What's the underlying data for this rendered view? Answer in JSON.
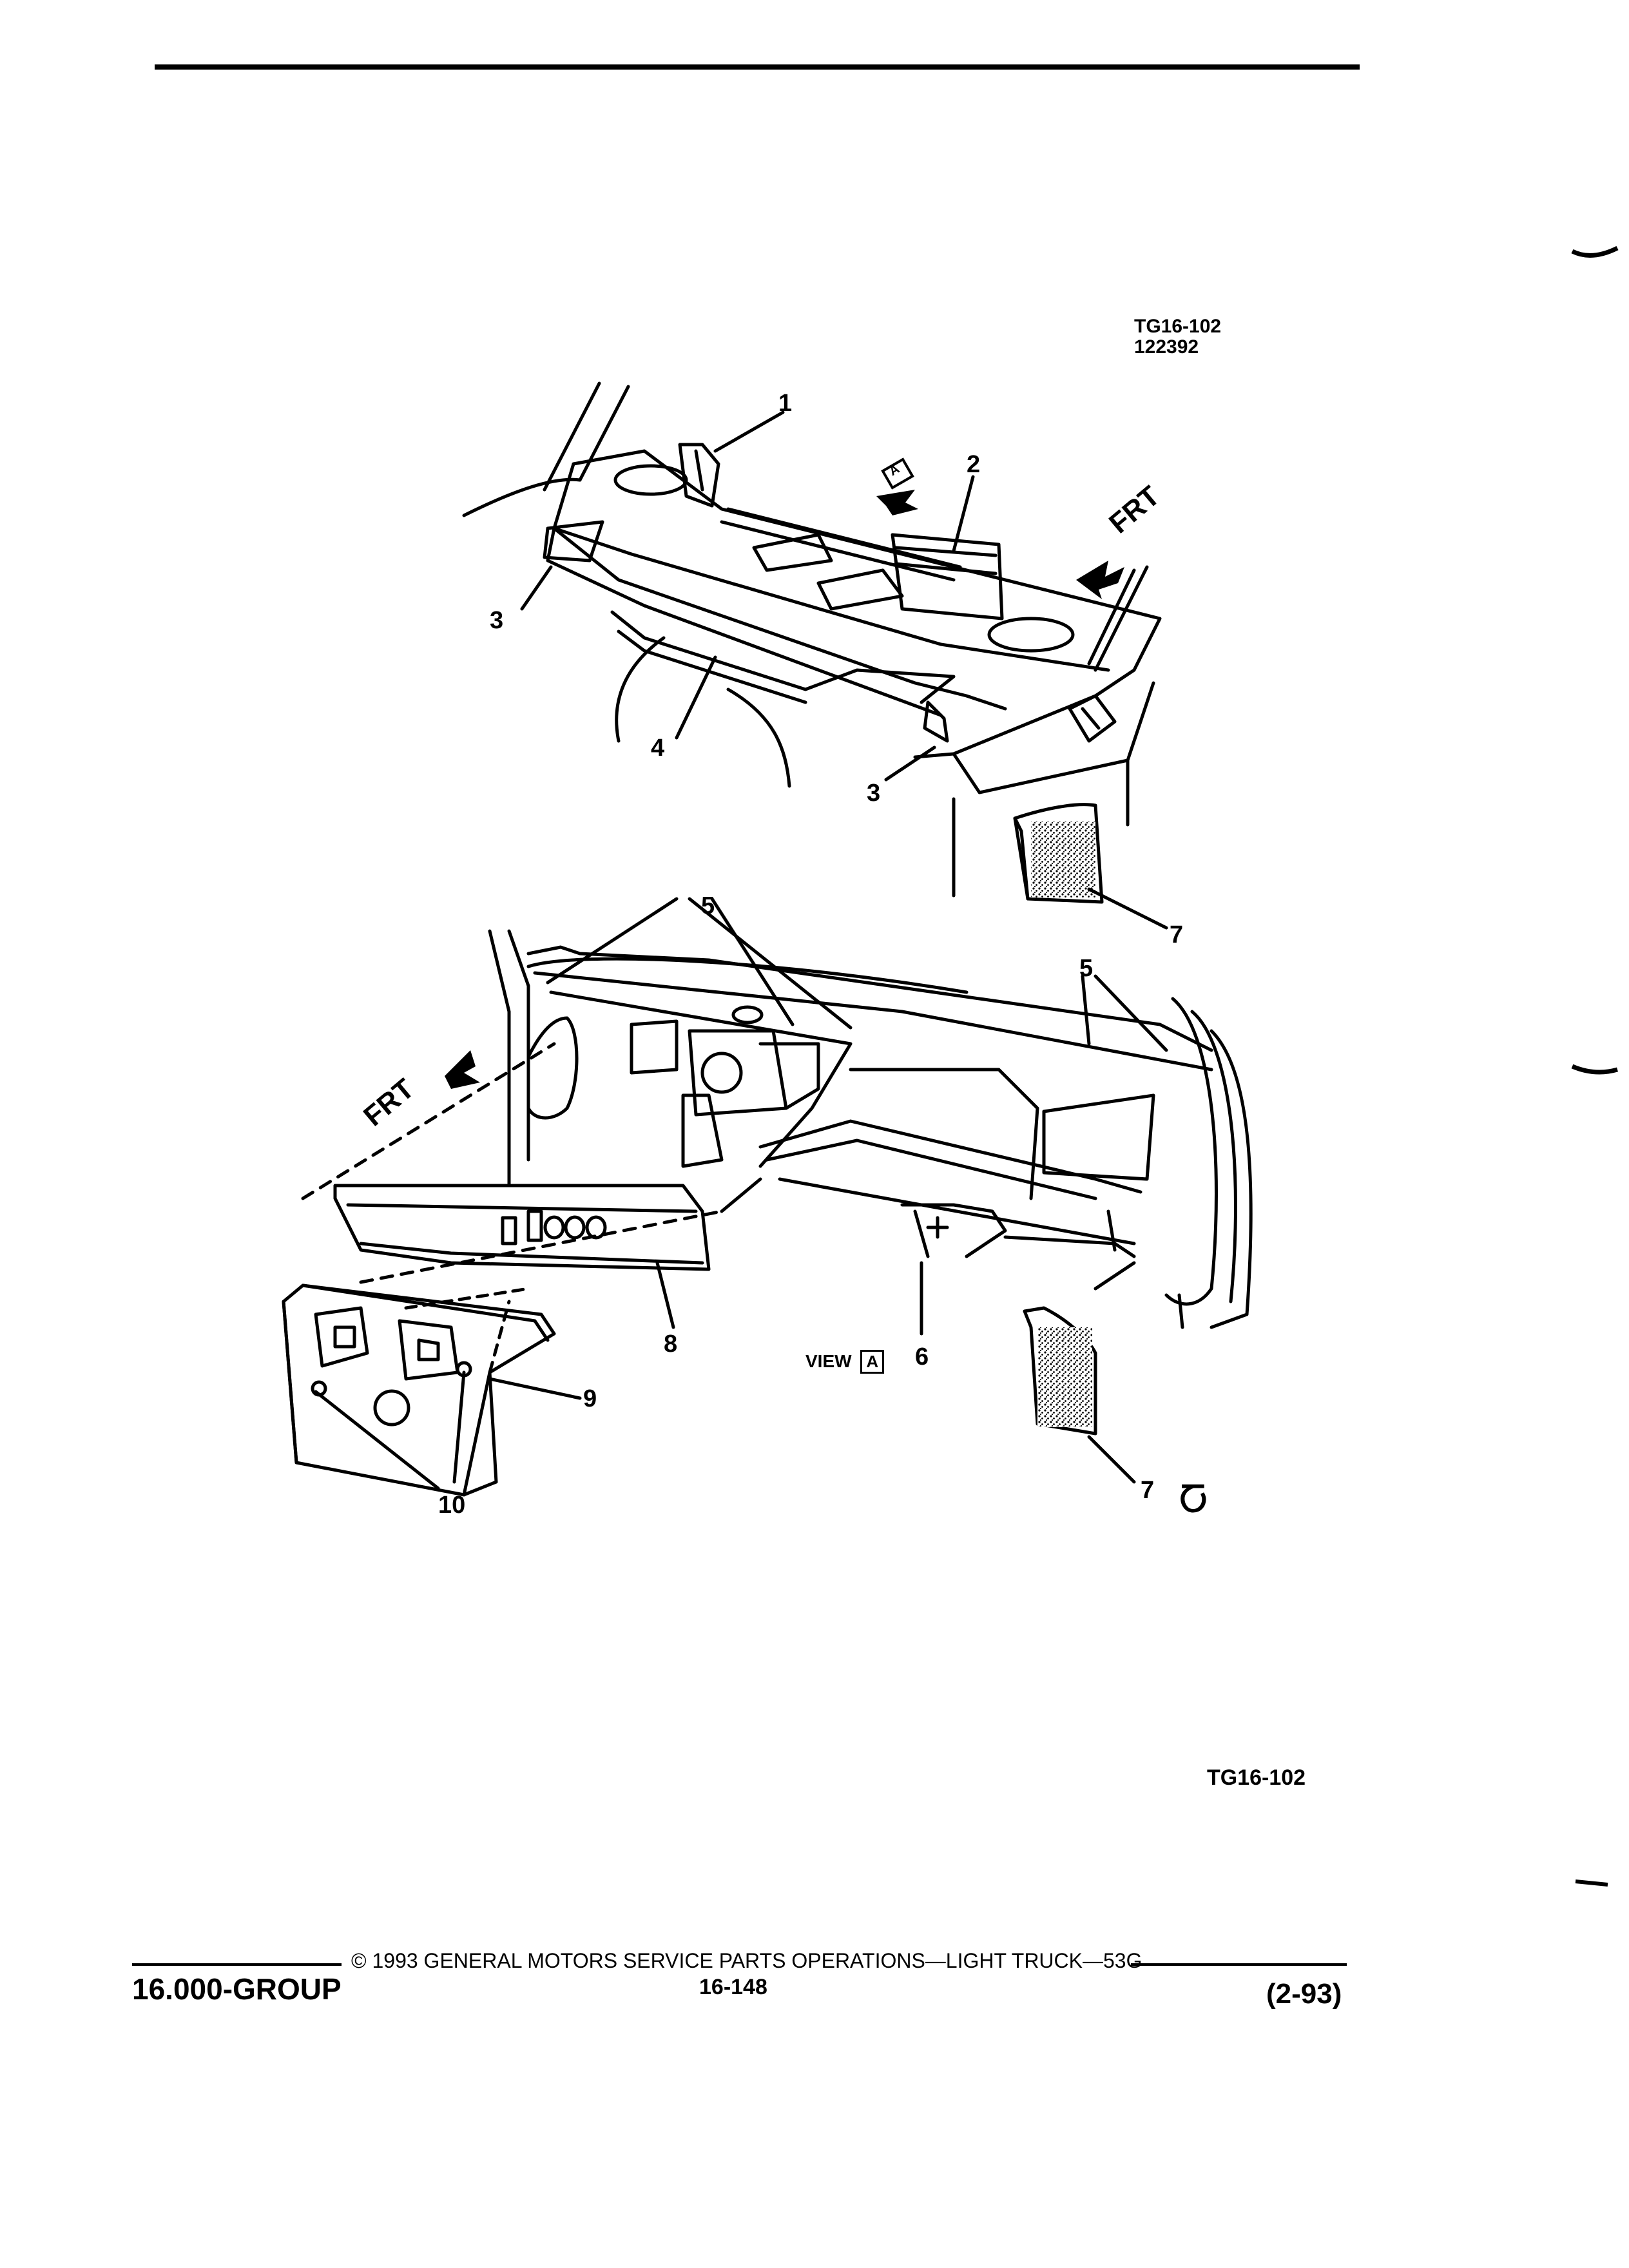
{
  "figure": {
    "code": "TG16-102",
    "date": "122392",
    "bottom_code": "TG16-102"
  },
  "callouts": {
    "c1": "1",
    "c2": "2",
    "c3a": "3",
    "c3b": "3",
    "c4": "4",
    "c5a": "5",
    "c5b": "5",
    "c6": "6",
    "c7a": "7",
    "c7b": "7",
    "c8": "8",
    "c9": "9",
    "c10": "10"
  },
  "labels": {
    "frt_top": "FRT",
    "frt_left": "FRT",
    "view_word": "VIEW",
    "view_letter": "A",
    "view_tag": "A",
    "logo": "Ⴀ"
  },
  "footer": {
    "copyright": "© 1993  GENERAL MOTORS SERVICE PARTS OPERATIONS—LIGHT TRUCK—53G",
    "group": "16.000-GROUP",
    "page": "16-148",
    "revision": "(2-93)"
  }
}
